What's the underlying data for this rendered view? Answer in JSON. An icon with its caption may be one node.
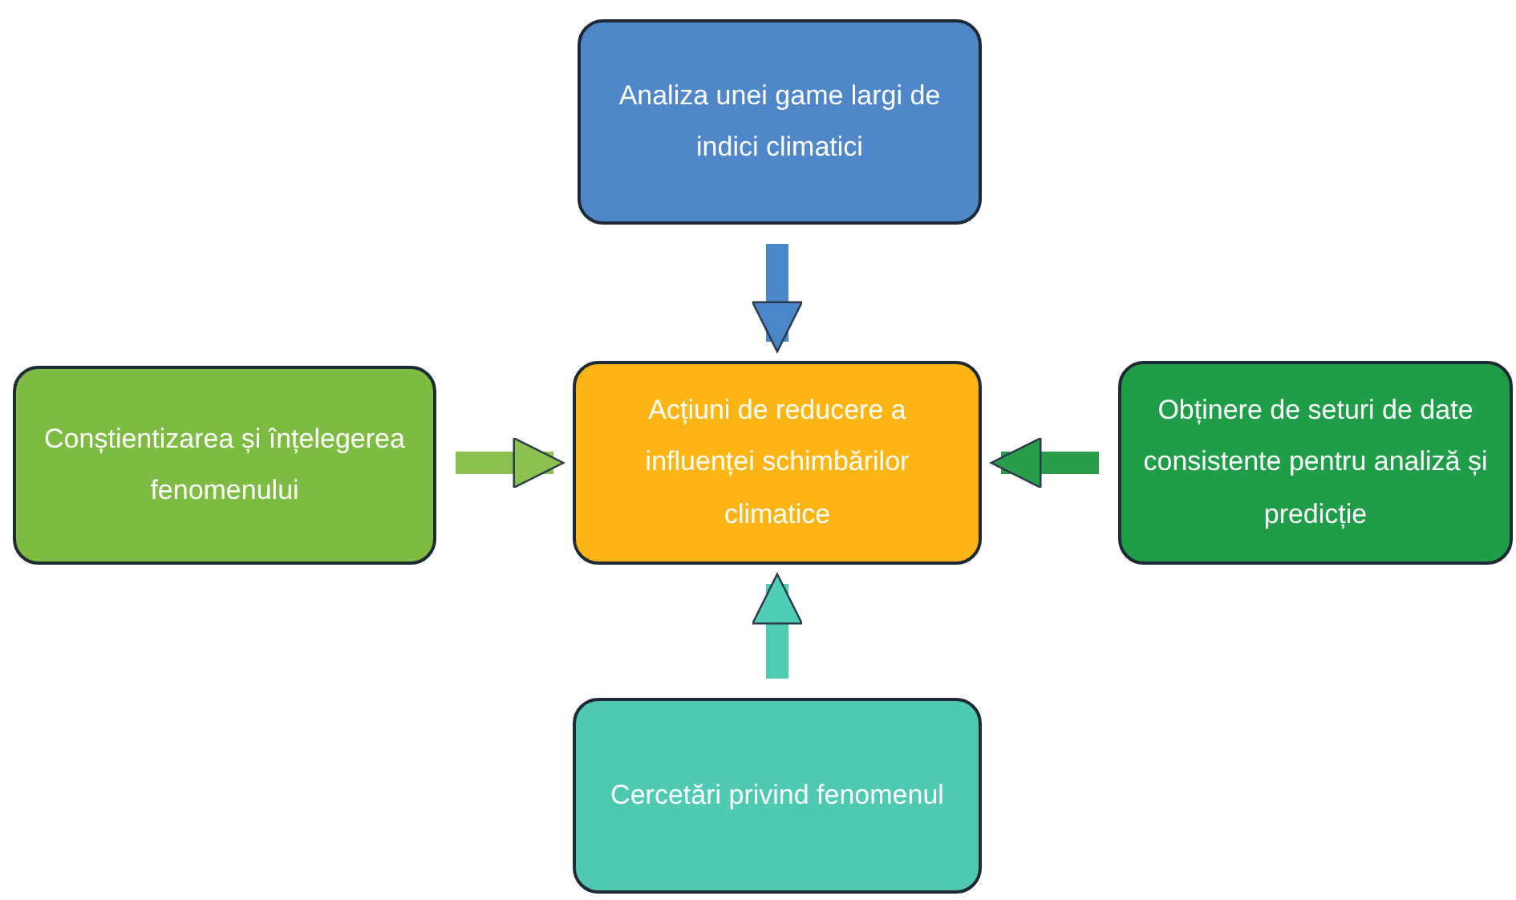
{
  "diagram": {
    "nodes": [
      {
        "text": [
          "Analiza unei game largi de indici climatici"
        ]
      },
      {
        "text": [
          "Conștientizarea și înțelegerea fenomenului"
        ]
      },
      {
        "text": [
          "Acțiuni de reducere a influenței schimbărilor climatice"
        ]
      },
      {
        "text": [
          "Obținere de seturi de date consistente pentru analiză și predicție"
        ]
      },
      {
        "text": [
          "Cercetări privind fenomenul"
        ]
      }
    ],
    "edges": [
      {
        "from": 0,
        "to": 2,
        "arrow": "to",
        "color": "#4a86c8"
      },
      {
        "from": 1,
        "to": 2,
        "arrow": "to",
        "color": "#8cc152"
      },
      {
        "from": 3,
        "to": 2,
        "arrow": "to",
        "color": "#2a9d4a"
      },
      {
        "from": 4,
        "to": 2,
        "arrow": "to",
        "color": "#4ecdb4"
      }
    ]
  }
}
